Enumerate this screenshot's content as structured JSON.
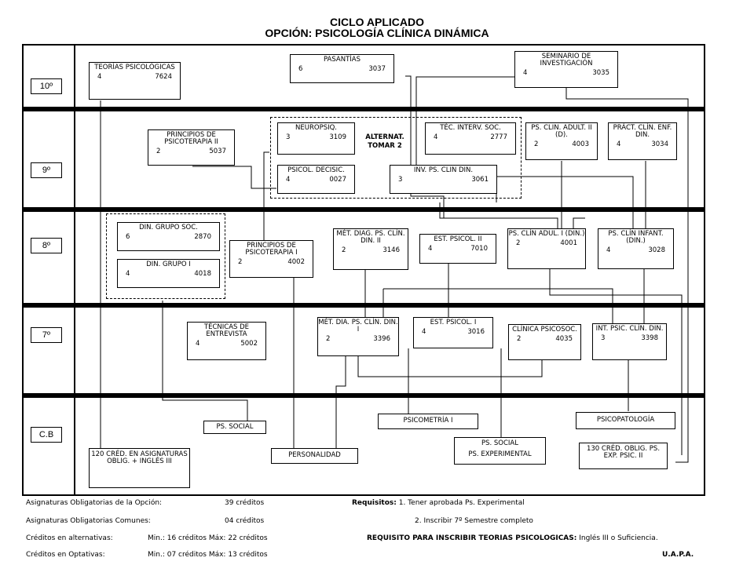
{
  "header": {
    "title": "CICLO APLICADO",
    "subtitle": "OPCIÓN: PSICOLOGÍA CLÍNICA DINÁMICA"
  },
  "semesters": [
    "10º",
    "9º",
    "8º",
    "7º",
    "C.B"
  ],
  "alternativas_label": [
    "ALTERNAT.",
    "TOMAR 2"
  ],
  "courses": {
    "teorias": {
      "name": "TEORÍAS PSICOLÓGICAS",
      "credits": "4",
      "code": "7624"
    },
    "pasantias": {
      "name": "PASANTÍAS",
      "credits": "6",
      "code": "3037"
    },
    "seminario": {
      "name": "SEMINARIO DE INVESTIGACIÓN",
      "credits": "4",
      "code": "3035"
    },
    "princ_psico2": {
      "name": "PRINCIPIOS DE PSICOTERAPIA II",
      "credits": "2",
      "code": "5037"
    },
    "neuropsiq": {
      "name": "NEUROPSIQ.",
      "credits": "3",
      "code": "3109"
    },
    "tec_interv": {
      "name": "TÉC. INTERV. SOC.",
      "credits": "4",
      "code": "2777"
    },
    "psicol_decisic": {
      "name": "PSICOL. DECISIC.",
      "credits": "4",
      "code": "0027"
    },
    "inv_ps_clin": {
      "name": "INV. PS. CLIN DIN.",
      "credits": "3",
      "code": "3061"
    },
    "ps_clin_adult2": {
      "name": "PS. CLIN. ADULT. II (D).",
      "credits": "2",
      "code": "4003"
    },
    "pract_clin": {
      "name": "PRÁCT. CLÍN. ENF. DIN.",
      "credits": "4",
      "code": "3034"
    },
    "din_grupo_soc": {
      "name": "DIN. GRUPO SOC.",
      "credits": "6",
      "code": "2870"
    },
    "din_grupo1": {
      "name": "DIN. GRUPO I",
      "credits": "4",
      "code": "4018"
    },
    "princ_psico1": {
      "name": "PRINCIPIOS DE PSICOTERAPIA I",
      "credits": "2",
      "code": "4002"
    },
    "met_diag2": {
      "name": "MÉT. DIAG. PS. CLÍN. DIN. II",
      "credits": "2",
      "code": "3146"
    },
    "est_psicol2": {
      "name": "EST. PSICOL. II",
      "credits": "4",
      "code": "7010"
    },
    "ps_clin_adul1": {
      "name": "PS. CLÍN ADUL. I (DIN.)",
      "credits": "2",
      "code": "4001"
    },
    "ps_clin_infant": {
      "name": "PS. CLÍN INFANT. (DIN.)",
      "credits": "4",
      "code": "3028"
    },
    "tec_entrevista": {
      "name": "TÉCNICAS DE ENTREVISTA",
      "credits": "4",
      "code": "5002"
    },
    "met_dia1": {
      "name": "MÉT. DIA. PS. CLÍN. DIN. I",
      "credits": "2",
      "code": "3396"
    },
    "est_psicol1": {
      "name": "EST. PSICOL. I",
      "credits": "4",
      "code": "3016"
    },
    "clinica_psicosoc": {
      "name": "CLÍNICA PSICOSOC.",
      "credits": "2",
      "code": "4035"
    },
    "int_psic_clin": {
      "name": "INT. PSIC. CLÍN. DIN.",
      "credits": "3",
      "code": "3398"
    }
  },
  "basic": {
    "ps_social": "PS. SOCIAL",
    "psicometria": "PSICOMETRÍA I",
    "psicopatologia": "PSICOPATOLOGÍA",
    "credits120": "120 CRÉD. EN ASIGNATURAS OBLIG. + INGLÉS III",
    "personalidad": "PERSONALIDAD",
    "ps_social2": "PS. SOCIAL",
    "ps_experimental": "PS. EXPERIMENTAL",
    "credits130": "130 CRÉD. OBLIG. PS. EXP. PSIC. II"
  },
  "footer": {
    "l1a": "Asignaturas Obligatorias de la Opción:",
    "l1b": "39 créditos",
    "l2a": "Asignaturas Obligatorias Comunes:",
    "l2b": "04 créditos",
    "l3a": "Créditos en alternativas:",
    "l3b": "Min.:  16 créditos  Máx: 22 créditos",
    "l4a": "Créditos en Optativas:",
    "l4b": "Min.:  07 créditos  Máx: 13 créditos",
    "req_label": "Requisitos:",
    "req1": "1. Tener aprobada Ps. Experimental",
    "req2": "2. Inscribir 7º Semestre completo",
    "req3_label": "REQUISITO PARA INSCRIBIR TEORIAS PSICOLOGICAS:",
    "req3": "Inglés III o Suficiencia.",
    "org": "U.A.P.A."
  }
}
